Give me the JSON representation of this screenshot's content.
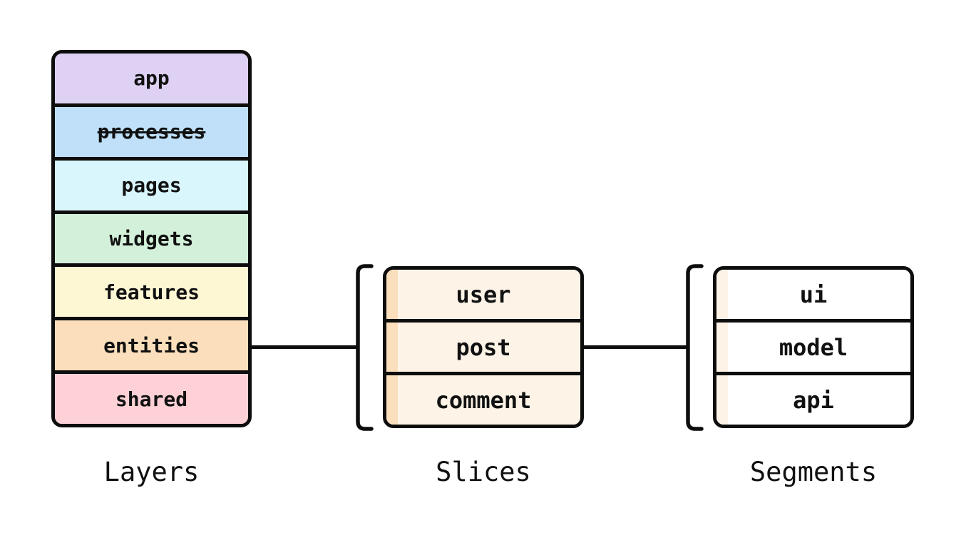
{
  "colors": {
    "border": "#0d0d0d",
    "text": "#111111",
    "background": "#ffffff"
  },
  "layers": {
    "caption": "Layers",
    "items": [
      {
        "label": "app",
        "color": "#ded1f3",
        "deprecated": false
      },
      {
        "label": "processes",
        "color": "#bfe0f8",
        "deprecated": true
      },
      {
        "label": "pages",
        "color": "#d8f6fb",
        "deprecated": false
      },
      {
        "label": "widgets",
        "color": "#d3f1da",
        "deprecated": false
      },
      {
        "label": "features",
        "color": "#fdf7d4",
        "deprecated": false
      },
      {
        "label": "entities",
        "color": "#fbdfbc",
        "deprecated": false
      },
      {
        "label": "shared",
        "color": "#fdd1d5",
        "deprecated": false
      }
    ]
  },
  "slices": {
    "caption": "Slices",
    "fill": "#fdf3e7",
    "stripe": "#fbdfbc",
    "items": [
      {
        "label": "user"
      },
      {
        "label": "post"
      },
      {
        "label": "comment"
      }
    ]
  },
  "segments": {
    "caption": "Segments",
    "fill": "#ffffff",
    "stripe": "#fdf3e7",
    "items": [
      {
        "label": "ui"
      },
      {
        "label": "model"
      },
      {
        "label": "api"
      }
    ]
  }
}
